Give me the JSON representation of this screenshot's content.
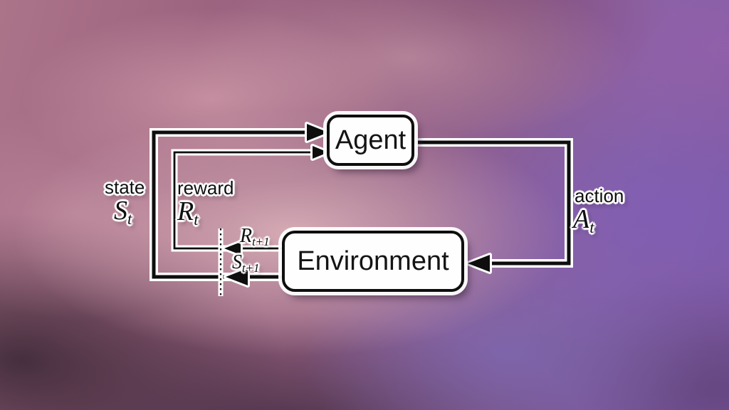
{
  "diagram": {
    "boxes": {
      "agent": {
        "label": "Agent"
      },
      "environment": {
        "label": "Environment"
      }
    },
    "labels": {
      "state": {
        "word": "state",
        "symbol": "S",
        "subscript": "t"
      },
      "reward": {
        "word": "reward",
        "symbol": "R",
        "subscript": "t"
      },
      "action": {
        "word": "action",
        "symbol": "A",
        "subscript": "t"
      },
      "next_reward": {
        "symbol": "R",
        "subscript": "t+1"
      },
      "next_state": {
        "symbol": "S",
        "subscript": "t+1"
      }
    },
    "colors": {
      "line": "#0e0e0e",
      "halo": "#ffffff",
      "box_fill": "#fefefe",
      "sky_pink": "#b98a9b",
      "sky_purple": "#7d58a2",
      "sky_dark": "#4e3747"
    }
  }
}
